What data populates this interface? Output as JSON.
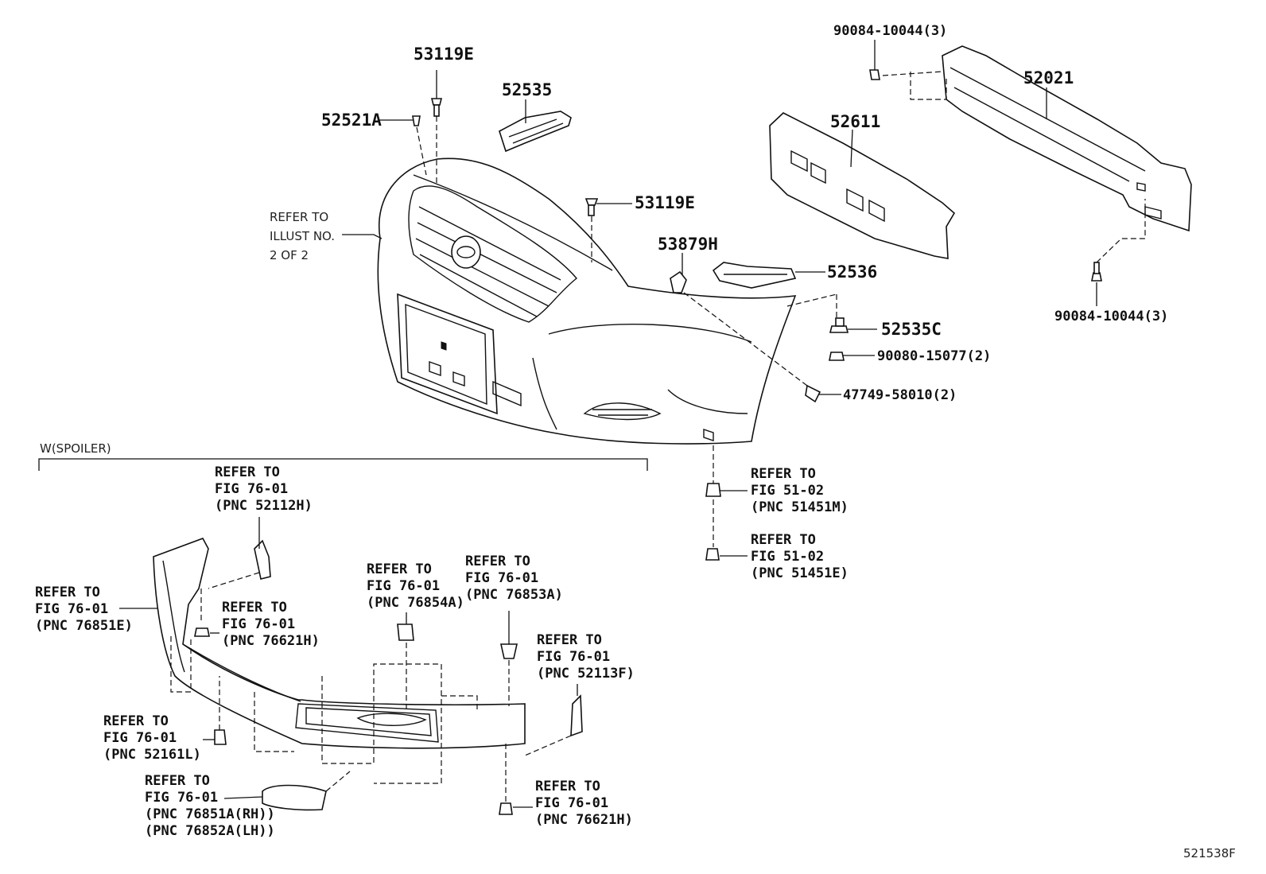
{
  "diagram_id": "521538F",
  "section_label": "W(SPOILER)",
  "parts": {
    "p53119E_top": "53119E",
    "p52535": "52535",
    "p52521A": "52521A",
    "p53119E_mid": "53119E",
    "p52611": "52611",
    "p52021": "52021",
    "p90084_top": "90084-10044(3)",
    "p90084_bot": "90084-10044(3)",
    "p53879H": "53879H",
    "p52536": "52536",
    "p52535C": "52535C",
    "p90080": "90080-15077(2)",
    "p47749": "47749-58010(2)"
  },
  "refer_illust": [
    "REFER TO",
    "ILLUST NO.",
    "2 OF 2"
  ],
  "refs": {
    "r51451M": [
      "REFER TO",
      "FIG 51-02",
      "(PNC 51451M)"
    ],
    "r51451E": [
      "REFER TO",
      "FIG 51-02",
      "(PNC 51451E)"
    ],
    "r52112H": [
      "REFER TO",
      "FIG 76-01",
      "(PNC 52112H)"
    ],
    "r76851E": [
      "REFER TO",
      "FIG 76-01",
      "(PNC 76851E)"
    ],
    "r76621H_a": [
      "REFER TO",
      "FIG 76-01",
      "(PNC 76621H)"
    ],
    "r76854A": [
      "REFER TO",
      "FIG 76-01",
      "(PNC 76854A)"
    ],
    "r76853A": [
      "REFER TO",
      "FIG 76-01",
      "(PNC 76853A)"
    ],
    "r52113F": [
      "REFER TO",
      "FIG 76-01",
      "(PNC 52113F)"
    ],
    "r52161L": [
      "REFER TO",
      "FIG 76-01",
      "(PNC 52161L)"
    ],
    "r76851A": [
      "REFER TO",
      "FIG 76-01",
      "(PNC 76851A(RH))",
      "(PNC 76852A(LH))"
    ],
    "r76621H_b": [
      "REFER TO",
      "FIG 76-01",
      "(PNC 76621H)"
    ]
  }
}
